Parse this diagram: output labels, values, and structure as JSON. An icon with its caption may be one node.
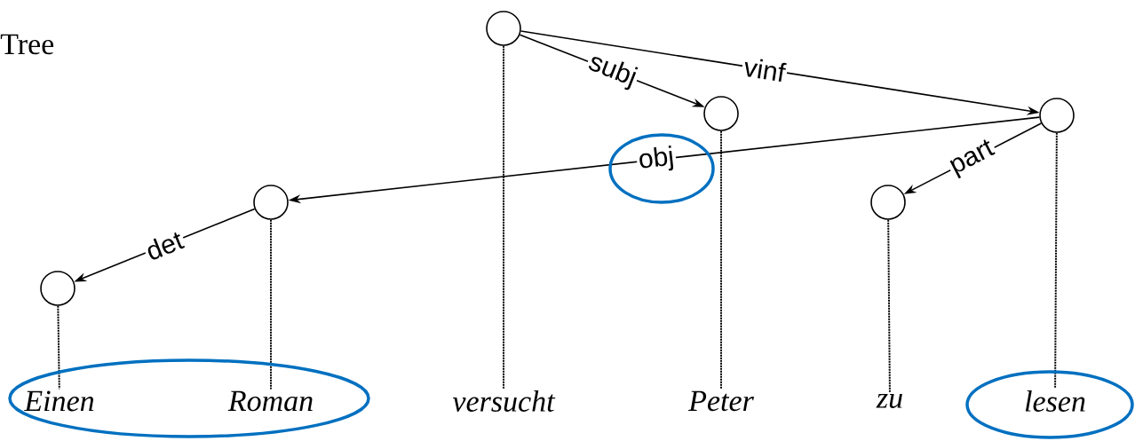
{
  "diagram": {
    "title": "Tree",
    "nodes": [
      {
        "text": [],
        "shape": "circle"
      },
      {
        "text": [],
        "shape": "circle"
      },
      {
        "text": [],
        "shape": "circle"
      },
      {
        "text": [],
        "shape": "circle"
      },
      {
        "text": [],
        "shape": "circle"
      },
      {
        "text": [],
        "shape": "circle"
      },
      {
        "text": [
          "Einen"
        ]
      },
      {
        "text": [
          "Roman"
        ]
      },
      {
        "text": [
          "versucht"
        ]
      },
      {
        "text": [
          "Peter"
        ]
      },
      {
        "text": [
          "zu"
        ]
      },
      {
        "text": [
          "lesen"
        ]
      }
    ],
    "edges": [
      {
        "from": 0,
        "to": 1,
        "arrow": "to",
        "label": "subj"
      },
      {
        "from": 0,
        "to": 2,
        "arrow": "to",
        "label": "vinf"
      },
      {
        "from": 2,
        "to": 3,
        "arrow": "to",
        "label": "obj"
      },
      {
        "from": 2,
        "to": 4,
        "arrow": "to",
        "label": "part"
      },
      {
        "from": 3,
        "to": 5,
        "arrow": "to",
        "label": "det"
      },
      {
        "from": 5,
        "to": 6,
        "arrow": "none",
        "style": "dashed"
      },
      {
        "from": 3,
        "to": 7,
        "arrow": "none",
        "style": "dashed"
      },
      {
        "from": 0,
        "to": 8,
        "arrow": "none",
        "style": "dashed"
      },
      {
        "from": 1,
        "to": 9,
        "arrow": "none",
        "style": "dashed"
      },
      {
        "from": 4,
        "to": 10,
        "arrow": "none",
        "style": "dashed"
      },
      {
        "from": 2,
        "to": 11,
        "arrow": "none",
        "style": "dashed"
      }
    ]
  }
}
